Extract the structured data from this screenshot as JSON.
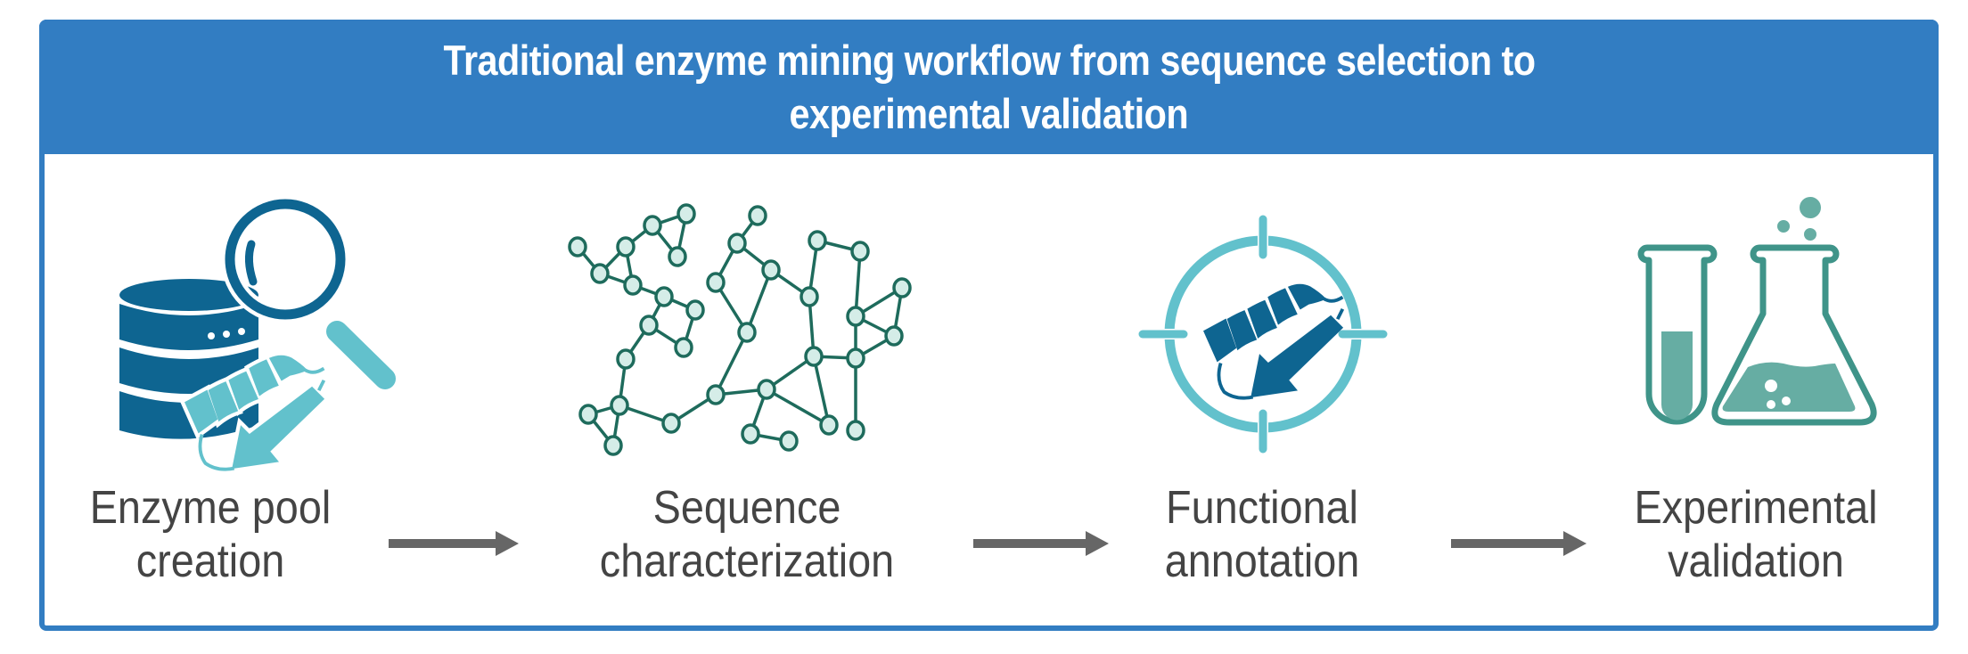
{
  "header": {
    "title_lines": [
      "Traditional enzyme mining workflow from sequence selection to",
      "experimental validation"
    ],
    "background_color": "#327dc2",
    "text_color": "#ffffff"
  },
  "steps": [
    {
      "icon": "database-search-icon",
      "label_lines": [
        "Enzyme pool",
        "creation"
      ]
    },
    {
      "icon": "sequence-network-icon",
      "label_lines": [
        "Sequence",
        "characterization"
      ]
    },
    {
      "icon": "target-protein-icon",
      "label_lines": [
        "Functional",
        "annotation"
      ]
    },
    {
      "icon": "lab-glassware-icon",
      "label_lines": [
        "Experimental",
        "validation"
      ]
    }
  ],
  "connectors": [
    {
      "from": "Enzyme pool creation",
      "to": "Sequence characterization",
      "icon": "arrow-right-icon"
    },
    {
      "from": "Sequence characterization",
      "to": "Functional annotation",
      "icon": "arrow-right-icon"
    },
    {
      "from": "Functional annotation",
      "to": "Experimental validation",
      "icon": "arrow-right-icon"
    }
  ],
  "colors": {
    "frame": "#327dc2",
    "dark_blue": "#0e6591",
    "light_teal": "#62c1cc",
    "network_stroke": "#1e6b5c",
    "network_fill": "#d5ede8",
    "glass_stroke": "#3f9489",
    "glass_liquid": "#66ada3",
    "arrow": "#666666",
    "label_text": "#444444"
  }
}
